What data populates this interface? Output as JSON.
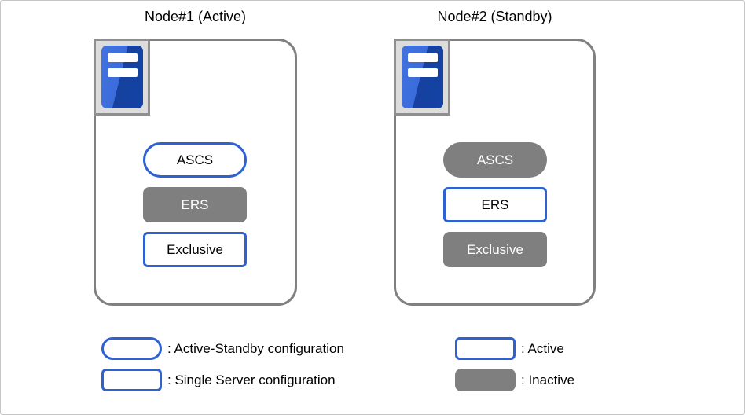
{
  "nodes": [
    {
      "title": "Node#1 (Active)",
      "items": [
        {
          "label": "ASCS",
          "variant": "stadium-active"
        },
        {
          "label": "ERS",
          "variant": "rect-inactive"
        },
        {
          "label": "Exclusive",
          "variant": "rect-active"
        }
      ]
    },
    {
      "title": "Node#2 (Standby)",
      "items": [
        {
          "label": "ASCS",
          "variant": "stadium-inactive"
        },
        {
          "label": "ERS",
          "variant": "rect-active"
        },
        {
          "label": "Exclusive",
          "variant": "rect-inactive"
        }
      ]
    }
  ],
  "legend": {
    "shape_meanings": [
      {
        "variant": "stadium-outline",
        "label": ": Active-Standby configuration"
      },
      {
        "variant": "rect-outline",
        "label": ": Single Server configuration"
      }
    ],
    "state_meanings": [
      {
        "variant": "rect-outline",
        "label": ": Active"
      },
      {
        "variant": "rect-filled",
        "label": ": Inactive"
      }
    ]
  },
  "icons": [
    {
      "name": "server-icon",
      "meaning": "server machine with two drive bays"
    }
  ],
  "colors": {
    "accent_blue": "#2E62D2",
    "inactive_gray": "#7F7F7F",
    "node_border_gray": "#808080",
    "icon_frame_fill": "#DCDCDC",
    "icon_blue_light": "#3B6CDC",
    "icon_blue_dark": "#1243A6",
    "canvas_border": "#C6C6C6"
  }
}
